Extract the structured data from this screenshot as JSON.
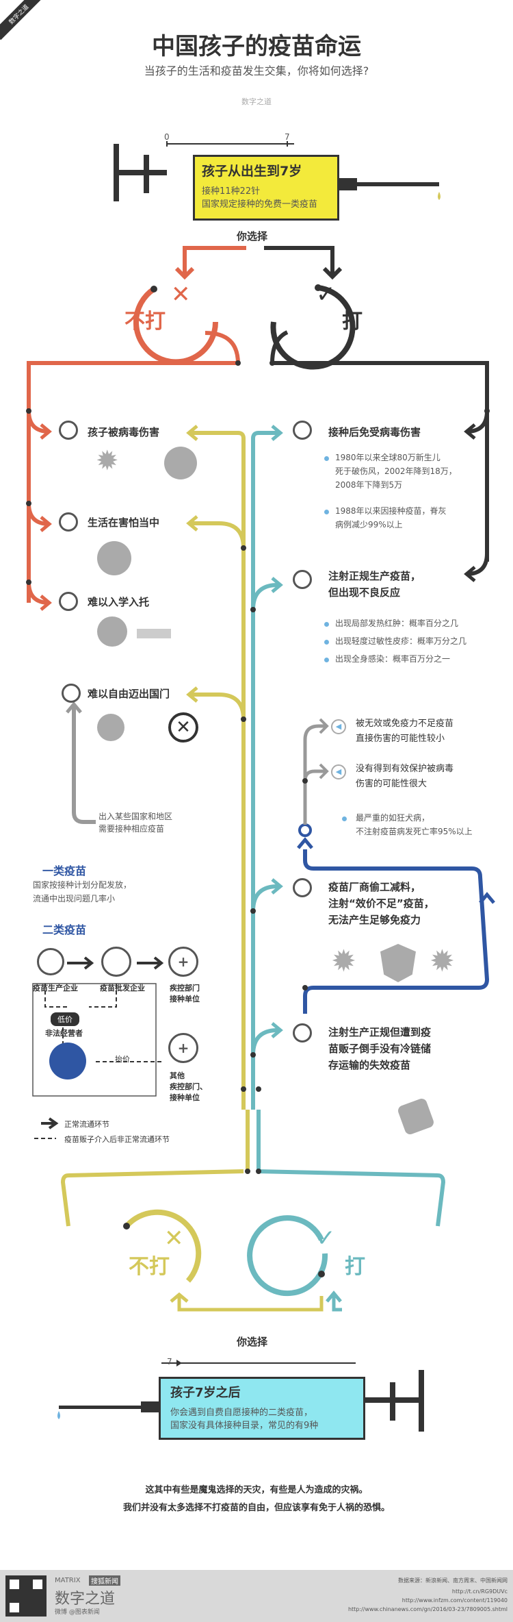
{
  "header": {
    "corner_tag": "数字之道",
    "title": "中国孩子的疫苗命运",
    "subtitle": "当孩子的生活和疫苗发生交集，你将如何选择?",
    "brand": "数字之道"
  },
  "syringe_top": {
    "scale_start": "0",
    "scale_end": "7",
    "title": "孩子从出生到7岁",
    "line1": "接种11种22针",
    "line2": "国家规定接种的免费一类疫苗"
  },
  "choice_top": {
    "prompt": "你选择",
    "no": "不打",
    "yes": "打"
  },
  "left_branch": {
    "items": [
      {
        "label": "孩子被病毒伤害"
      },
      {
        "label": "生活在害怕当中"
      },
      {
        "label": "难以入学入托"
      },
      {
        "label": "难以自由迈出国门"
      }
    ],
    "travel_note_1": "出入某些国家和地区",
    "travel_note_2": "需要接种相应疫苗"
  },
  "right_branch": {
    "immune": {
      "title": "接种后免受病毒伤害",
      "b1_l1": "1980年以来全球80万新生儿",
      "b1_l2": "死于破伤风，2002年降到18万，",
      "b1_l3": "2008年下降到5万",
      "b2_l1": "1988年以来因接种疫苗，脊灰",
      "b2_l2": "病例减少99%以上"
    },
    "reaction": {
      "title_l1": "注射正规生产疫苗，",
      "title_l2": "但出现不良反应",
      "b1": "出现局部发热红肿：概率百分之几",
      "b2": "出现轻度过敏性皮疹：概率万分之几",
      "b3": "出现全身感染：概率百万分之一"
    },
    "invalid": {
      "s1_l1": "被无效或免疫力不足疫苗",
      "s1_l2": "直接伤害的可能性较小",
      "s2_l1": "没有得到有效保护被病毒",
      "s2_l2": "伤害的可能性很大",
      "s3_l1": "最严重的如狂犬病，",
      "s3_l2": "不注射疫苗病发死亡率95%以上"
    },
    "cheat": {
      "l1": "疫苗厂商偷工减料，",
      "l2": "注射“效价不足”疫苗，",
      "l3": "无法产生足够免疫力"
    },
    "cold_chain": {
      "l1": "注射生产正规但遭到疫",
      "l2": "苗贩子倒手没有冷链储",
      "l3": "存运输的失效疫苗"
    }
  },
  "vaccine_classes": {
    "class1_title": "一类疫苗",
    "class1_l1": "国家按接种计划分配发放，",
    "class1_l2": "流通中出现问题几率小",
    "class2_title": "二类疫苗",
    "producer": "疫苗生产企业",
    "wholesaler": "疫苗批发企业",
    "cdc": "疾控部门\n接种单位",
    "cdc_l1": "疾控部门",
    "cdc_l2": "接种单位",
    "low_price": "低价",
    "illegal": "非法经营者",
    "high_price": "抬价",
    "other_l1": "其他",
    "other_l2": "疾控部门、",
    "other_l3": "接种单位",
    "legend_normal": "正常流通环节",
    "legend_dealer": "疫苗贩子介入后非正常流通环节"
  },
  "choice_bottom": {
    "no": "不打",
    "yes": "打",
    "prompt": "你选择"
  },
  "syringe_bottom": {
    "scale": "7",
    "title": "孩子7岁之后",
    "line1": "你会遇到自费自愿接种的二类疫苗，",
    "line2": "国家没有具体接种目录，常见的有9种"
  },
  "closing": {
    "l1": "这其中有些是魔鬼选择的天灾，有些是人为造成的灾祸。",
    "l2": "我们并没有太多选择不打疫苗的自由，但应该享有免于人祸的恐惧。"
  },
  "footer": {
    "brand_en": "MATRIX",
    "brand_tag": "搜狐新闻",
    "brand_cn": "数字之道",
    "weibo": "微博 @图表新闻",
    "src_title": "数据来源：新浪新闻、南方周末、中国新闻网",
    "src1": "http://t.cn/RG9DUVc",
    "src2": "http://www.infzm.com/content/119040",
    "src3": "http://www.chinanews.com/gn/2016/03-23/7809005.shtml"
  },
  "colors": {
    "orange": "#e0664a",
    "dark": "#333333",
    "olive": "#d4c85a",
    "teal": "#6bb9bf",
    "blue": "#2f56a3",
    "yellow_box": "#f3ea3b",
    "cyan_box": "#8fe7f0"
  }
}
